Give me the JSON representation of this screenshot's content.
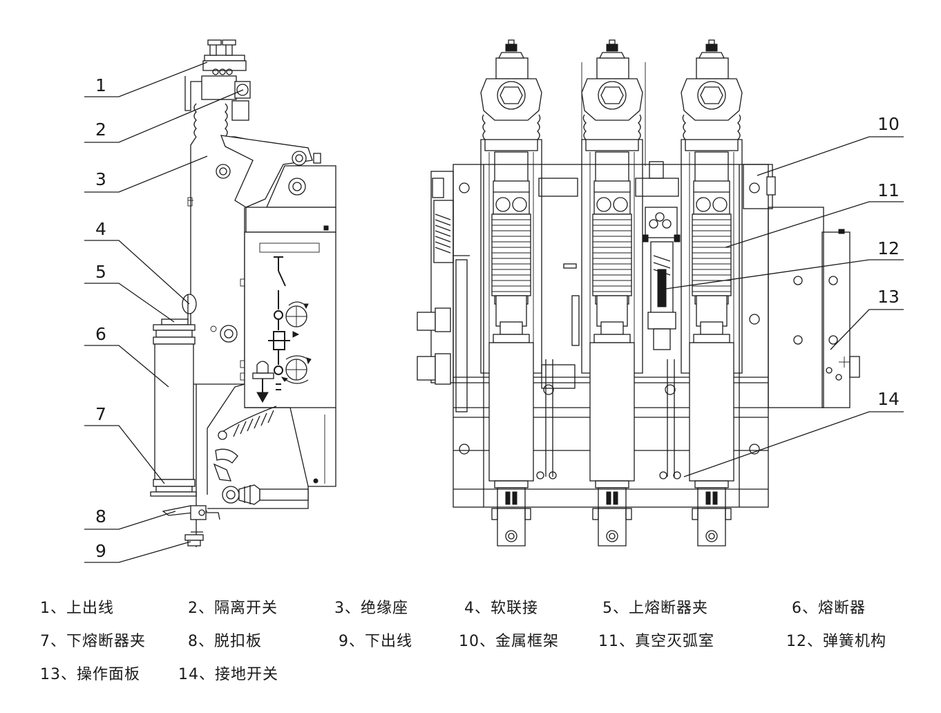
{
  "callouts": [
    "1",
    "2",
    "3",
    "4",
    "5",
    "6",
    "7",
    "8",
    "9",
    "10",
    "11",
    "12",
    "13",
    "14"
  ],
  "legend": [
    "1、上出线",
    "2、隔离开关",
    "3、绝缘座",
    "4、软联接",
    "5、上熔断器夹",
    "6、熔断器",
    "7、下熔断器夹",
    "8、脱扣板",
    "9、下出线",
    "10、金属框架",
    "11、真空灭弧室",
    "12、弹簧机构",
    "13、操作面板",
    "14、接地开关"
  ]
}
